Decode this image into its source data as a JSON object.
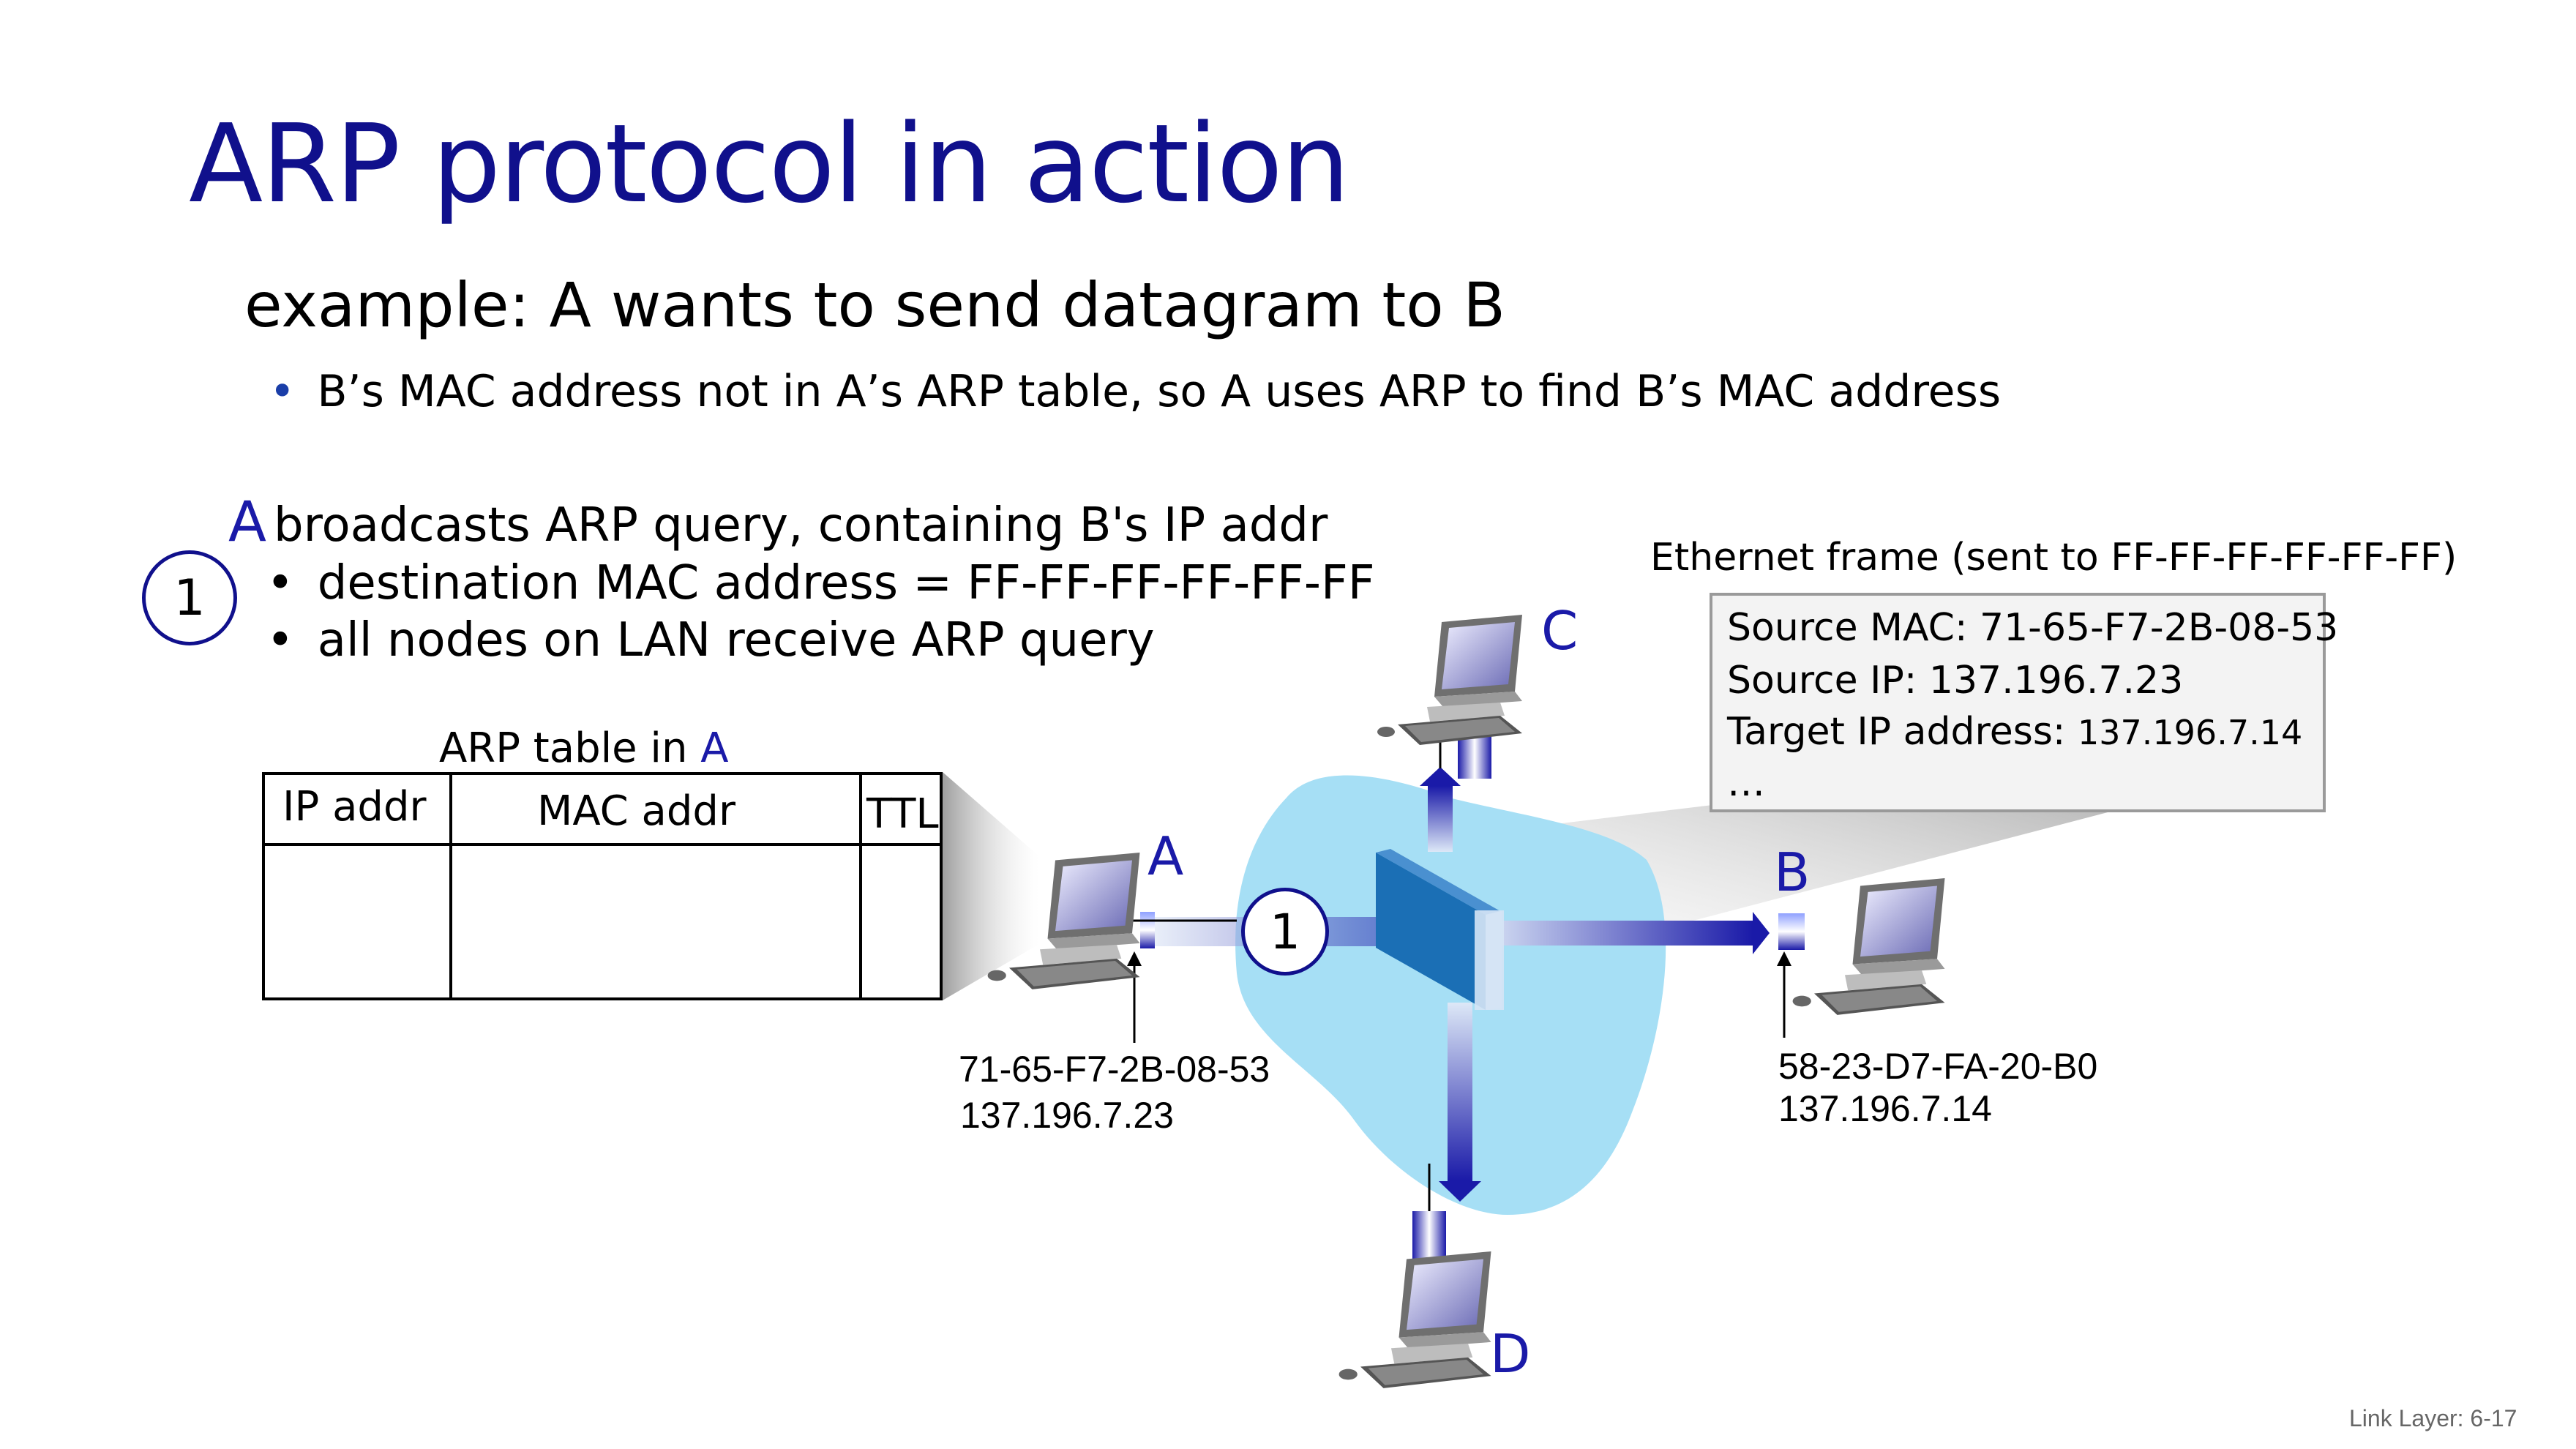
{
  "slide": {
    "title": "ARP protocol in action",
    "subtitle": "example: A wants to send datagram to B",
    "bullet_dot": "•",
    "bullet": "B’s MAC address not in A’s ARP table, so A uses ARP to find B’s MAC address",
    "footer": "Link Layer: 6-17"
  },
  "step": {
    "number": "1",
    "head_node": "A",
    "head_text": "broadcasts ARP query, containing B's IP addr",
    "items": [
      "destination MAC address = FF-FF-FF-FF-FF-FF",
      "all nodes on LAN receive ARP query"
    ]
  },
  "arp_table": {
    "caption_prefix": "ARP table in ",
    "caption_node": "A",
    "columns": [
      "IP addr",
      "MAC addr",
      "TTL"
    ]
  },
  "frame": {
    "caption": "Ethernet frame (sent to FF-FF-FF-FF-FF-FF)",
    "source_mac": "Source MAC:  71-65-F7-2B-08-53",
    "source_ip": "Source IP: 137.196.7.23",
    "target_ip_label": "Target IP address: ",
    "target_ip_value": "137.196.7.14",
    "ellipsis": "…"
  },
  "nodes": {
    "A": {
      "label": "A",
      "mac": "71-65-F7-2B-08-53",
      "ip": "137.196.7.23"
    },
    "B": {
      "label": "B",
      "mac": "58-23-D7-FA-20-B0",
      "ip": "137.196.7.14"
    },
    "C": {
      "label": "C"
    },
    "D": {
      "label": "D"
    }
  },
  "colors": {
    "title": "#10108c",
    "node_label": "#1a1aa8",
    "lan_cloud": "#a6dff5",
    "switch": "#1b6fb5",
    "arrow": "#1a1aa8"
  }
}
